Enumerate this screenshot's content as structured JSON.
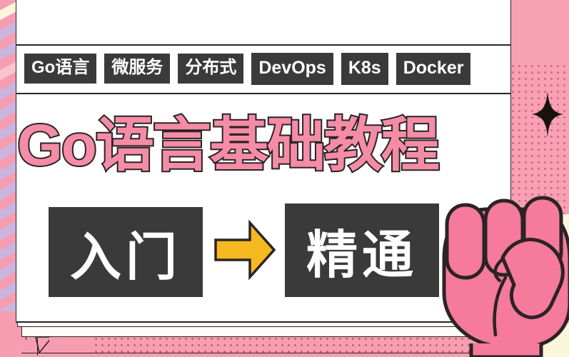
{
  "meta": {
    "kind": "course-thumbnail",
    "language": "zh-CN"
  },
  "colors": {
    "title_pink": "#f58ca6",
    "outline_dark": "#2b2326",
    "tag_bg": "#3a3a3a",
    "tag_text": "#ffffff",
    "arrow_gold": "#f5b91f",
    "fist_pink": "#f57a9b",
    "bg_pink": "#f79db1",
    "bg_cream": "#fbf6d9",
    "bg_lavender": "#c8b6e0",
    "card_white": "#ffffff"
  },
  "tags": [
    {
      "label": "Go语言",
      "script": "mixed"
    },
    {
      "label": "微服务",
      "script": "han"
    },
    {
      "label": "分布式",
      "script": "han"
    },
    {
      "label": "DevOps",
      "script": "latin"
    },
    {
      "label": "K8s",
      "script": "latin"
    },
    {
      "label": "Docker",
      "script": "latin"
    }
  ],
  "title": {
    "text": "Go语言基础教程"
  },
  "progression": {
    "from_label": "入门",
    "to_label": "精通",
    "arrow_icon": "right-arrow-icon"
  },
  "decorations": {
    "sparkle_icon": "sparkle-star-icon",
    "fist_icon": "raised-fist-icon"
  },
  "left_stripes": [
    "#f79db1",
    "#fbf6d9",
    "#f79db1",
    "#c8b6e0",
    "#f79db1",
    "#c8b6e0",
    "#f79db1",
    "#f8c4cf",
    "#f79db1",
    "#c8b6e0",
    "#f79db1",
    "#c8b6e0",
    "#f79db1",
    "#c8b6e0",
    "#f79db1",
    "#c8b6e0",
    "#f79db1",
    "#c8b6e0",
    "#f79db1",
    "#c8b6e0",
    "#f79db1",
    "#c8b6e0",
    "#f79db1",
    "#c8b6e0",
    "#f79db1",
    "#c8b6e0",
    "#f79db1",
    "#c8b6e0",
    "#f79db1",
    "#c8b6e0",
    "#f79db1",
    "#c8b6e0",
    "#f79db1",
    "#c8b6e0",
    "#f79db1",
    "#c8b6e0"
  ]
}
